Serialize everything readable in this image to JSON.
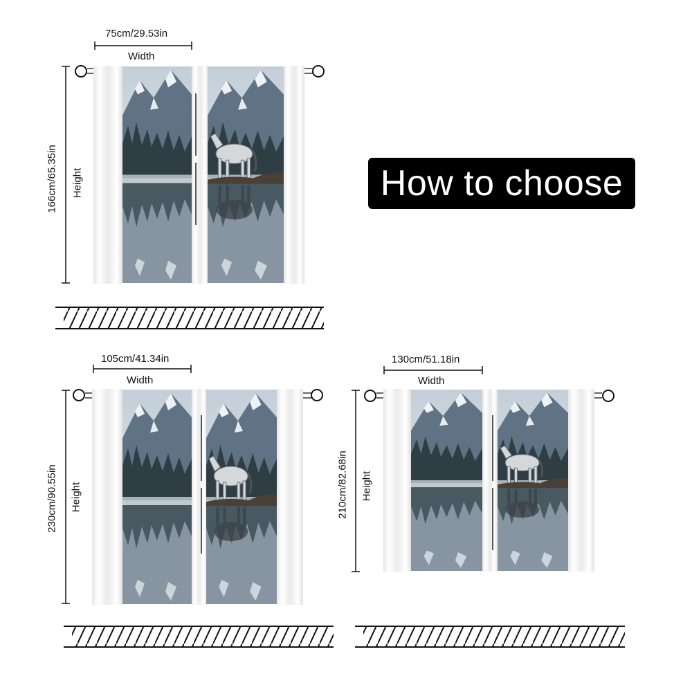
{
  "title": "How to choose",
  "width_label": "Width",
  "height_label": "Height",
  "sizes": [
    {
      "width": "75cm/29.53in",
      "height": "166cm/65.35in"
    },
    {
      "width": "105cm/41.34in",
      "height": "230cm/90.55in"
    },
    {
      "width": "130cm/51.18in",
      "height": "210cm/82.68in"
    }
  ],
  "colors": {
    "sky": "#cfd8df",
    "mountain": "#5f7384",
    "snow": "#eef2f5",
    "forest": "#2f3d44",
    "water": "#8796a3",
    "sheer": "#f2f2f2"
  },
  "panel_image": "mountain lake with horse reflection"
}
